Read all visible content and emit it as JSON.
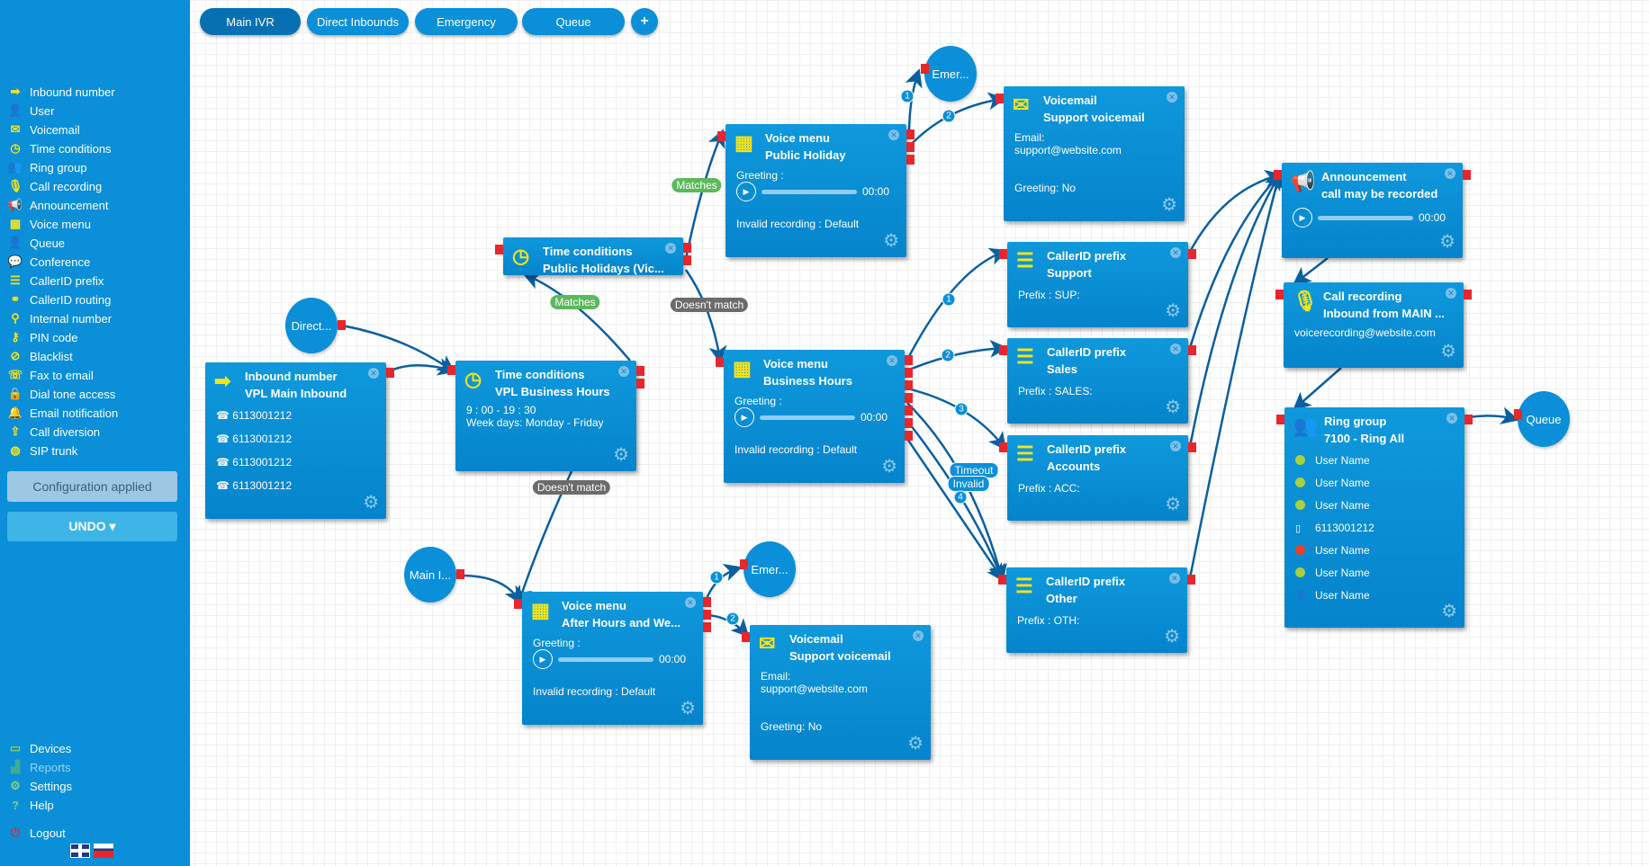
{
  "sidebar": {
    "items": [
      {
        "label": "Inbound number",
        "icon": "arrow-right-icon",
        "g": "➡"
      },
      {
        "label": "User",
        "icon": "user-icon",
        "g": "👤"
      },
      {
        "label": "Voicemail",
        "icon": "envelope-icon",
        "g": "✉"
      },
      {
        "label": "Time conditions",
        "icon": "clock-icon",
        "g": "◷"
      },
      {
        "label": "Ring group",
        "icon": "users-icon",
        "g": "👥"
      },
      {
        "label": "Call recording",
        "icon": "microphone-icon",
        "g": "🎙"
      },
      {
        "label": "Announcement",
        "icon": "megaphone-icon",
        "g": "📢"
      },
      {
        "label": "Voice menu",
        "icon": "grid-icon",
        "g": "▦"
      },
      {
        "label": "Queue",
        "icon": "user-plus-icon",
        "g": "👤"
      },
      {
        "label": "Conference",
        "icon": "chat-icon",
        "g": "💬"
      },
      {
        "label": "CallerID prefix",
        "icon": "list-icon",
        "g": "☰"
      },
      {
        "label": "CallerID routing",
        "icon": "sitemap-icon",
        "g": "⚭"
      },
      {
        "label": "Internal number",
        "icon": "map-pin-icon",
        "g": "⚲"
      },
      {
        "label": "PIN code",
        "icon": "key-icon",
        "g": "⚷"
      },
      {
        "label": "Blacklist",
        "icon": "ban-icon",
        "g": "⊘"
      },
      {
        "label": "Fax to email",
        "icon": "fax-icon",
        "g": "☏"
      },
      {
        "label": "Dial tone access",
        "icon": "lock-icon",
        "g": "🔒"
      },
      {
        "label": "Email notification",
        "icon": "bell-icon",
        "g": "🔔"
      },
      {
        "label": "Call diversion",
        "icon": "upload-icon",
        "g": "⇪"
      },
      {
        "label": "SIP trunk",
        "icon": "globe-icon",
        "g": "◍"
      }
    ],
    "config_status": "Configuration applied",
    "undo_label": "UNDO ▾",
    "bottom": [
      {
        "label": "Devices",
        "icon": "monitor-icon",
        "g": "▭",
        "color": "#7fd36b"
      },
      {
        "label": "Reports",
        "icon": "chart-icon",
        "g": "▟",
        "color": "#5fbf6f"
      },
      {
        "label": "Settings",
        "icon": "gear-icon",
        "g": "⚙",
        "color": "#7fd36b"
      },
      {
        "label": "Help",
        "icon": "question-icon",
        "g": "?",
        "color": "#7fd36b"
      },
      {
        "label": "Logout",
        "icon": "power-icon",
        "g": "⏻",
        "color": "#e8262b"
      }
    ]
  },
  "tabs": [
    "Main IVR",
    "Direct Inbounds",
    "Emergency",
    "Queue"
  ],
  "add_tab": "+",
  "nodes": {
    "inbound": {
      "t1": "Inbound number",
      "t2": "VPL Main Inbound",
      "lines": [
        "☎ 6113001212",
        "☎ 6113001212",
        "☎ 6113001212",
        "☎ 6113001212"
      ]
    },
    "tc_bh": {
      "t1": "Time conditions",
      "t2": "VPL Business Hours",
      "lines": [
        "9 : 00 - 19 : 30",
        "Week days: Monday - Friday"
      ]
    },
    "tc_ph": {
      "t1": "Time conditions",
      "t2": "Public Holidays (Vic..."
    },
    "vm_ph": {
      "t1": "Voice menu",
      "t2": "Public Holiday",
      "greeting": "Greeting          :",
      "time": "00:00",
      "invalid": "Invalid recording   : Default"
    },
    "vm_bh": {
      "t1": "Voice menu",
      "t2": "Business Hours",
      "greeting": "Greeting          :",
      "time": "00:00",
      "invalid": "Invalid recording   : Default"
    },
    "vm_ah": {
      "t1": "Voice menu",
      "t2": "After Hours and We...",
      "greeting": "Greeting          :",
      "time": "00:00",
      "invalid": "Invalid recording   : Default"
    },
    "voicemail_top": {
      "t1": "Voicemail",
      "t2": "Support voicemail",
      "email_label": "Email:",
      "email": "support@website.com",
      "greeting": "Greeting: No"
    },
    "voicemail_bottom": {
      "t1": "Voicemail",
      "t2": "Support voicemail",
      "email_label": "Email:",
      "email": "support@website.com",
      "greeting": "Greeting: No"
    },
    "cid_support": {
      "t1": "CallerID prefix",
      "t2": "Support",
      "prefix": "Prefix                  : SUP:"
    },
    "cid_sales": {
      "t1": "CallerID prefix",
      "t2": "Sales",
      "prefix": "Prefix                  : SALES:"
    },
    "cid_accounts": {
      "t1": "CallerID prefix",
      "t2": "Accounts",
      "prefix": "Prefix                  : ACC:"
    },
    "cid_other": {
      "t1": "CallerID prefix",
      "t2": "Other",
      "prefix": "Prefix                  : OTH:"
    },
    "announcement": {
      "t1": "Announcement",
      "t2": "call may be recorded",
      "time": "00:00"
    },
    "recording": {
      "t1": "Call recording",
      "t2": "Inbound from MAIN ...",
      "email": "voicerecording@website.com"
    },
    "ringgroup": {
      "t1": "Ring group",
      "t2": "7100 - Ring All",
      "members": [
        {
          "name": "User Name",
          "status": "online",
          "color": "#a8d040"
        },
        {
          "name": "User Name",
          "status": "online",
          "color": "#a8d040"
        },
        {
          "name": "User Name",
          "status": "online",
          "color": "#a8d040"
        },
        {
          "name": "6113001212",
          "status": "mobile",
          "color": "#ffffff"
        },
        {
          "name": "User Name",
          "status": "busy",
          "color": "#e8402b"
        },
        {
          "name": "User Name",
          "status": "online",
          "color": "#a8d040"
        },
        {
          "name": "User Name",
          "status": "user",
          "color": "#ffffff"
        }
      ]
    }
  },
  "circles": {
    "direct": "Direct...",
    "emer_top": "Emer...",
    "emer_bottom": "Emer...",
    "main": "Main I...",
    "queue": "Queue"
  },
  "edge_labels": {
    "matches": "Matches",
    "doesnt_match": "Doesn't match",
    "timeout": "Timeout",
    "invalid": "Invalid",
    "n1": "1",
    "n2": "2",
    "n3": "3",
    "n4": "4"
  },
  "colors": {
    "sidebar": "#0a8fd8",
    "accent_yellow": "#f5e31a",
    "port": "#e8262b",
    "edge": "#0a5f9e",
    "matches": "#5cb85c",
    "nomatch": "#6b6b6b"
  }
}
